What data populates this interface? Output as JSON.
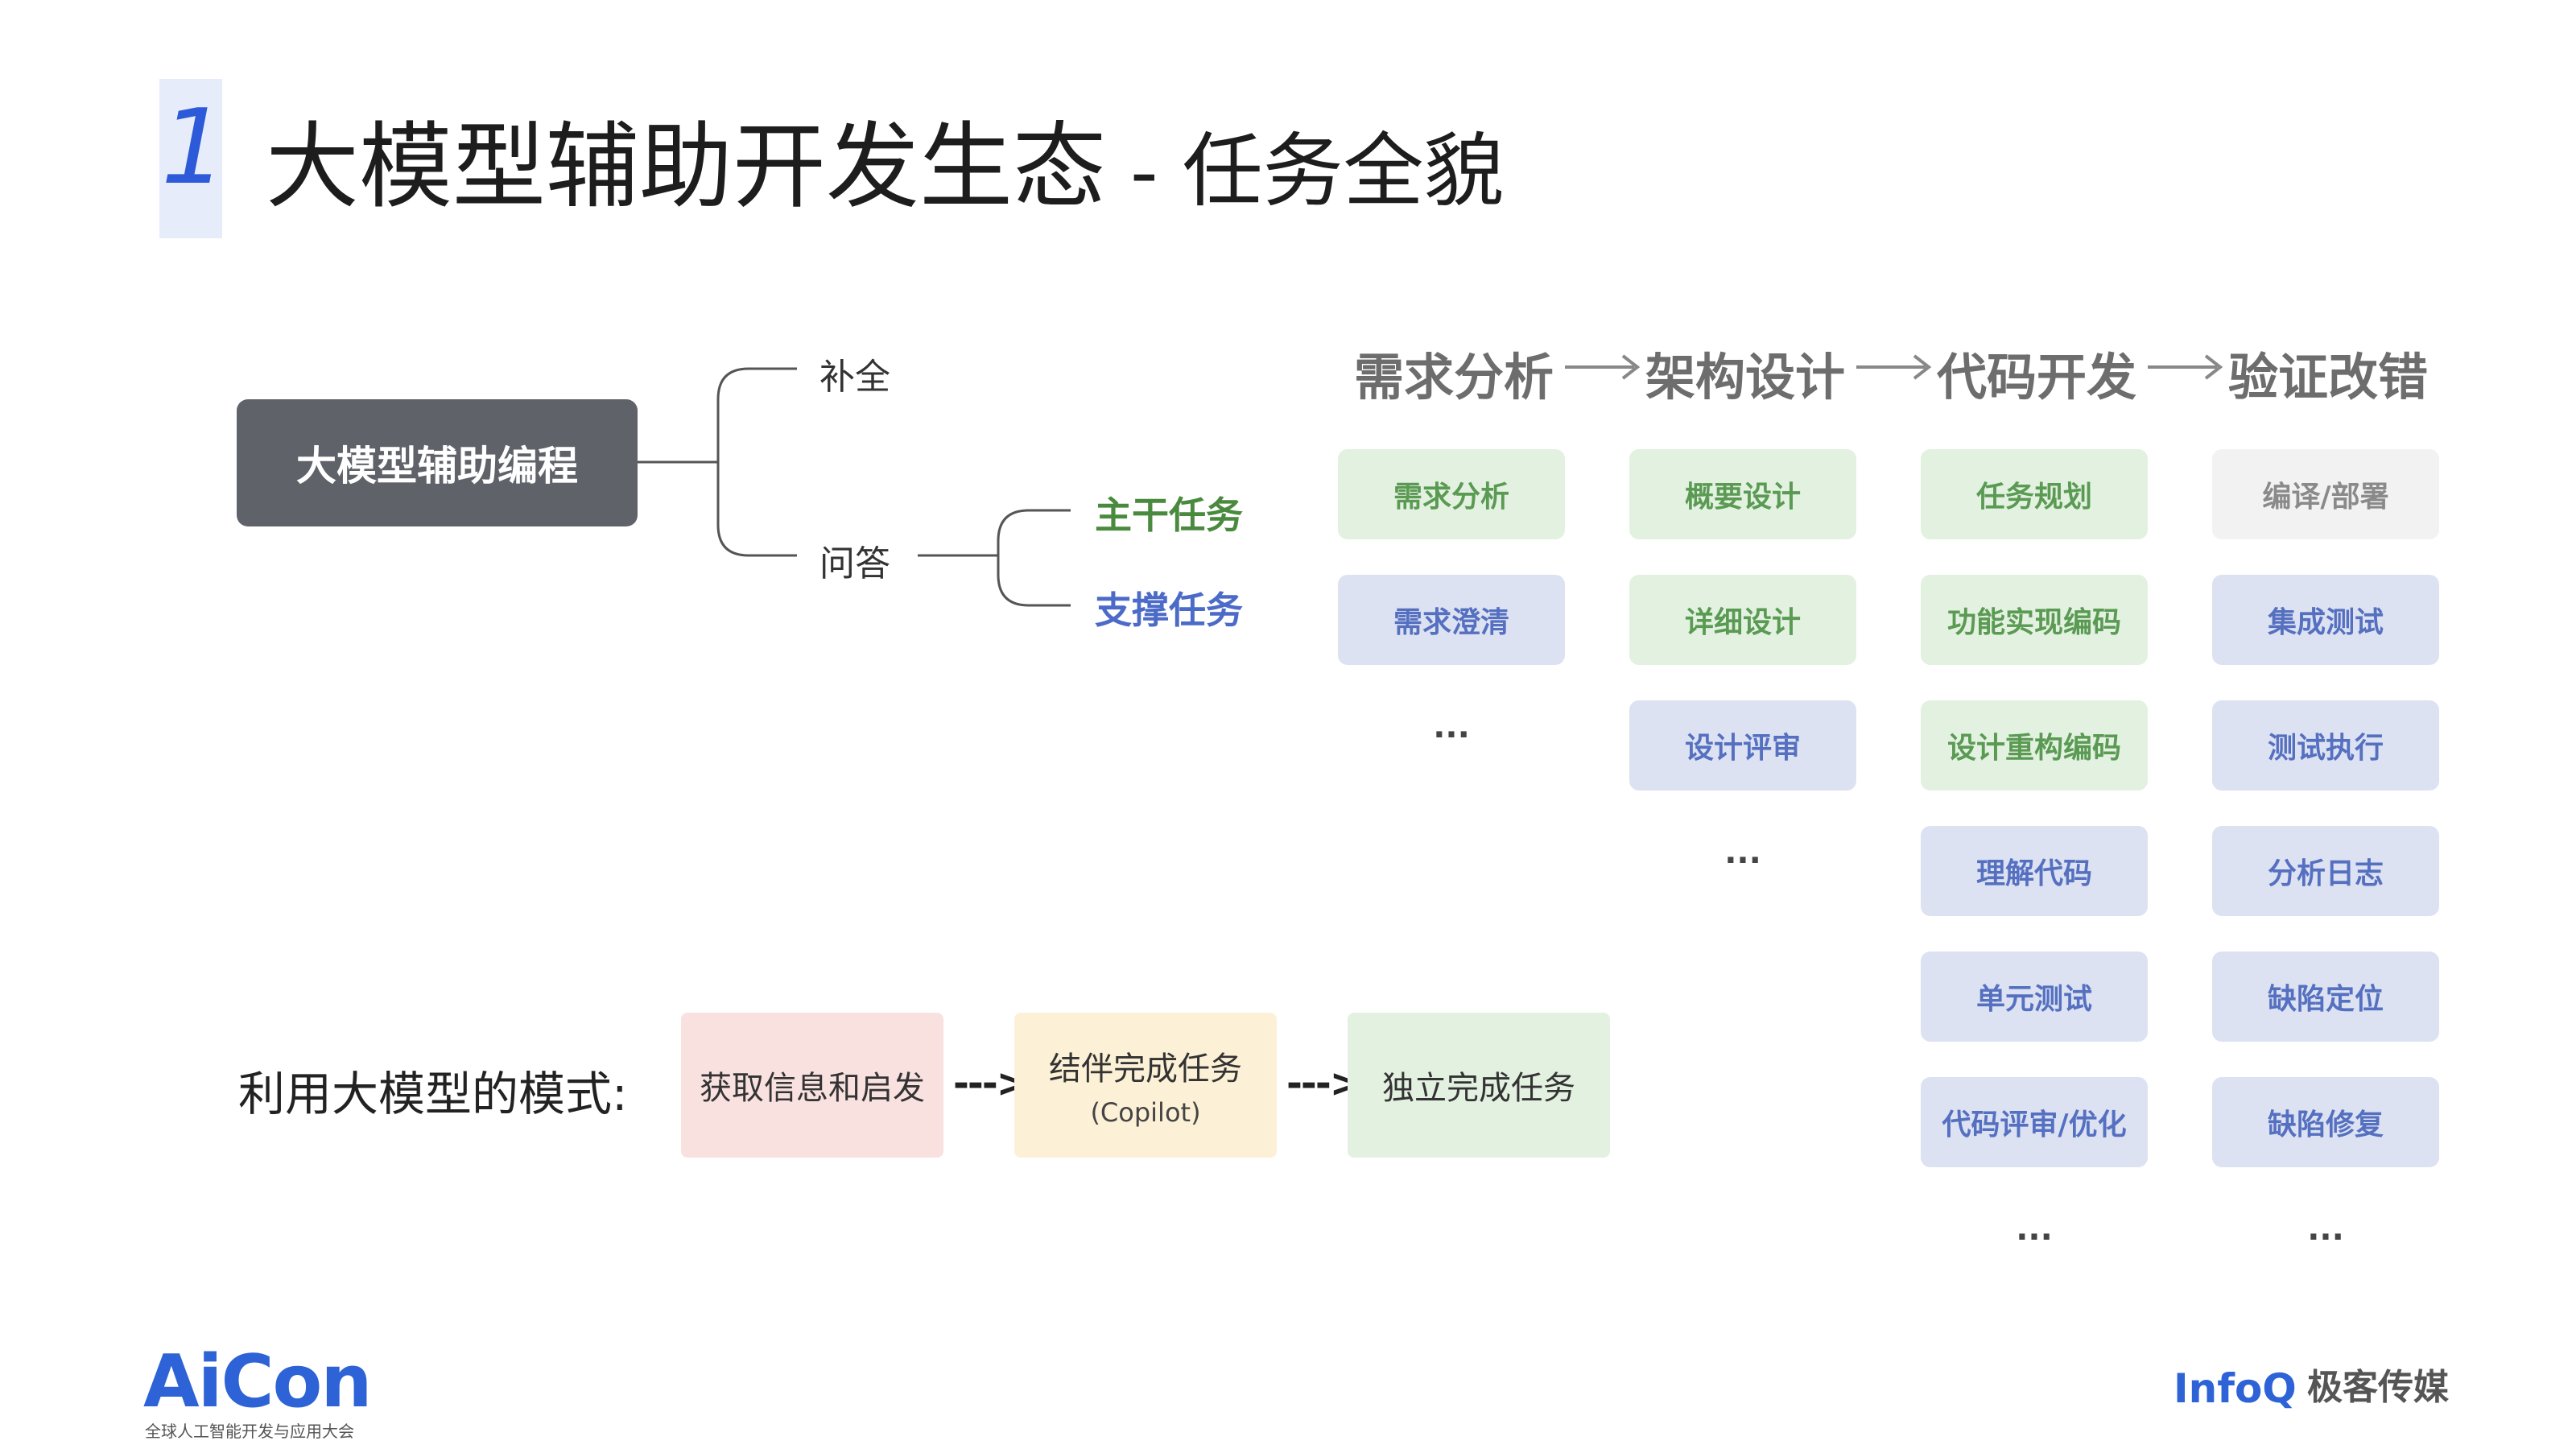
{
  "title": {
    "number": "1",
    "main": "大模型辅助开发生态",
    "separator": "-",
    "sub": "任务全貌"
  },
  "mindmap": {
    "root": "大模型辅助编程",
    "completion": "补全",
    "qa": "问答",
    "main_task": "主干任务",
    "support_task": "支撑任务"
  },
  "stages": [
    "需求分析",
    "架构设计",
    "代码开发",
    "验证改错"
  ],
  "columns": [
    {
      "items": [
        {
          "label": "需求分析",
          "color": "green"
        },
        {
          "label": "需求澄清",
          "color": "blue"
        }
      ],
      "ellipsis": "..."
    },
    {
      "items": [
        {
          "label": "概要设计",
          "color": "green"
        },
        {
          "label": "详细设计",
          "color": "green"
        },
        {
          "label": "设计评审",
          "color": "blue"
        }
      ],
      "ellipsis": "..."
    },
    {
      "items": [
        {
          "label": "任务规划",
          "color": "green"
        },
        {
          "label": "功能实现编码",
          "color": "green"
        },
        {
          "label": "设计重构编码",
          "color": "green"
        },
        {
          "label": "理解代码",
          "color": "blue"
        },
        {
          "label": "单元测试",
          "color": "blue"
        },
        {
          "label": "代码评审/优化",
          "color": "blue"
        }
      ],
      "ellipsis": "..."
    },
    {
      "items": [
        {
          "label": "编译/部署",
          "color": "gray"
        },
        {
          "label": "集成测试",
          "color": "blue"
        },
        {
          "label": "测试执行",
          "color": "blue"
        },
        {
          "label": "分析日志",
          "color": "blue"
        },
        {
          "label": "缺陷定位",
          "color": "blue"
        },
        {
          "label": "缺陷修复",
          "color": "blue"
        }
      ],
      "ellipsis": "..."
    }
  ],
  "modes": {
    "label": "利用大模型的模式:",
    "items": [
      {
        "title": "获取信息和启发",
        "sub": "",
        "bg": "#f9e1e0"
      },
      {
        "title": "结伴完成任务",
        "sub": "(Copilot)",
        "bg": "#fcf1d6"
      },
      {
        "title": "独立完成任务",
        "sub": "",
        "bg": "#e3f1e1"
      }
    ],
    "arrow": "--->"
  },
  "logos": {
    "aicon": "AiCon",
    "aicon_sub": "全球人工智能开发与应用大会",
    "infoq": "InfoQ",
    "geek": "极客传媒"
  },
  "colors": {
    "green_bg": "#e3f1e1",
    "green_text": "#5a9a53",
    "blue_bg": "#dde2f2",
    "blue_text": "#5570c0",
    "gray_bg": "#f2f2f2",
    "gray_text": "#8a8a8a",
    "accent": "#2d5ad8"
  }
}
